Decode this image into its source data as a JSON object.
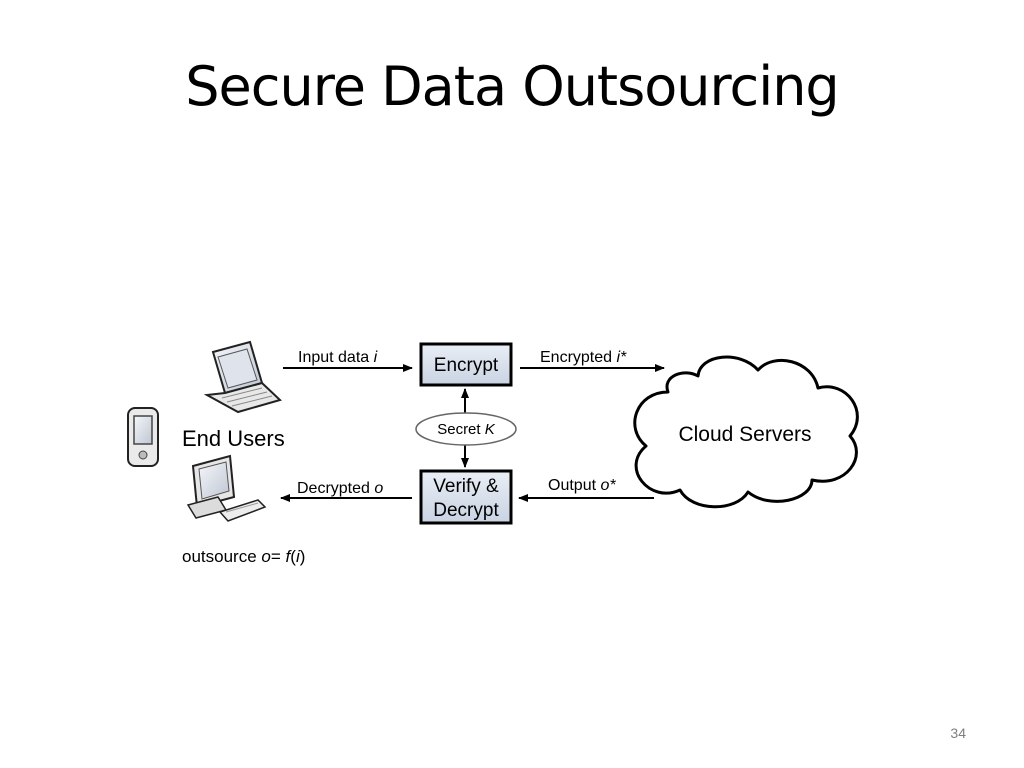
{
  "slide": {
    "title": "Secure Data Outsourcing",
    "page_number": "34"
  },
  "diagram": {
    "input_label": "Input data",
    "input_var": "i",
    "encrypt_label": "Encrypt",
    "encrypted_label": "Encrypted",
    "encrypted_var": "i*",
    "secret_label": "Secret",
    "secret_var": "K",
    "cloud_label": "Cloud Servers",
    "end_users_label": "End Users",
    "verify_line1": "Verify &",
    "verify_line2": "Decrypt",
    "output_label": "Output",
    "output_var": "o*",
    "decrypted_label": "Decrypted",
    "decrypted_var": "o",
    "outsource_label": "outsource",
    "outsource_var_o": "o",
    "outsource_eq": "= ",
    "outsource_f": "f",
    "outsource_paren_open": "(",
    "outsource_var_i": "i",
    "outsource_paren_close": ")"
  }
}
